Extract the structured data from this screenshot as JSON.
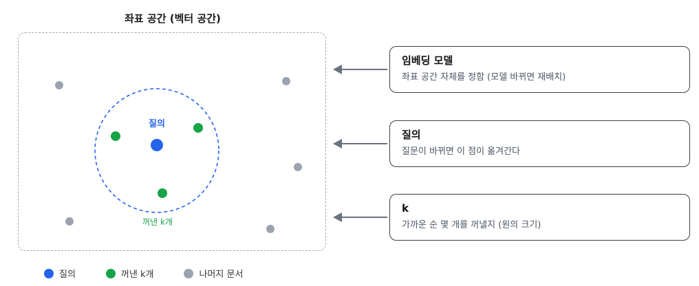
{
  "colors": {
    "query": "#2563eb",
    "retrieved": "#16a34a",
    "other": "#9ca3af",
    "border": "#a3a7ad",
    "arrow": "#6b7280"
  },
  "space": {
    "title": "좌표 공간 (벡터 공간)",
    "query_label": "질의",
    "radius_label": "꺼낸 k개"
  },
  "cards": [
    {
      "title": "임베딩 모델",
      "desc": "좌표 공간 자체를 정함 (모델 바뀌면 재배치)"
    },
    {
      "title": "질의",
      "desc": "질문이 바뀌면 이 점이 옮겨간다"
    },
    {
      "title": "k",
      "desc": "가까운 순 몇 개를 꺼낼지 (원의 크기)"
    }
  ],
  "legend": [
    {
      "label": "질의",
      "color": "#2563eb"
    },
    {
      "label": "꺼낸 k개",
      "color": "#16a34a"
    },
    {
      "label": "나머지 문서",
      "color": "#9ca3af"
    }
  ]
}
